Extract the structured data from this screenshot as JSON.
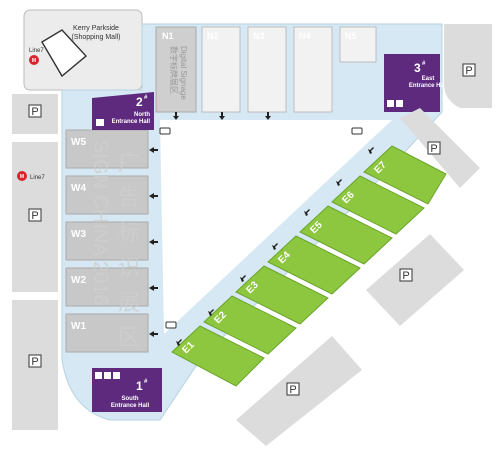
{
  "colors": {
    "floor": "#d5e8f3",
    "hall": "#8dc63f",
    "hall_edge": "#6aa52a",
    "west_hall": "#c8c8c8",
    "north_hall": "#f4f4f4",
    "parking": "#dcdcdc",
    "entrance": "#5e2a7e",
    "metro": "#d7262b"
  },
  "mall": {
    "name": "Kerry Parkside",
    "subtitle": "(Shopping Mall)",
    "metro": "Line7"
  },
  "metro_west": "Line7",
  "north_halls": [
    {
      "id": "N1",
      "note": "数字标牌展区\nDigital Signage"
    },
    {
      "id": "N2"
    },
    {
      "id": "N3"
    },
    {
      "id": "N4"
    },
    {
      "id": "N5"
    }
  ],
  "west_halls": [
    "W5",
    "W4",
    "W3",
    "W2",
    "W1"
  ],
  "east_halls": [
    "E1",
    "E2",
    "E3",
    "E4",
    "E5",
    "E6",
    "E7"
  ],
  "watermark": {
    "cn": "广告标识展区",
    "en": "SIGN CHINA 2016"
  },
  "entrances": {
    "north": {
      "num": "2",
      "sup": "#",
      "line1": "North",
      "line2": "Entrance Hall"
    },
    "east": {
      "num": "3",
      "sup": "#",
      "line1": "East",
      "line2": "Entrance Hall"
    },
    "south": {
      "num": "1",
      "sup": "#",
      "line1": "South",
      "line2": "Entrance Hall"
    }
  },
  "parking_label": "P"
}
